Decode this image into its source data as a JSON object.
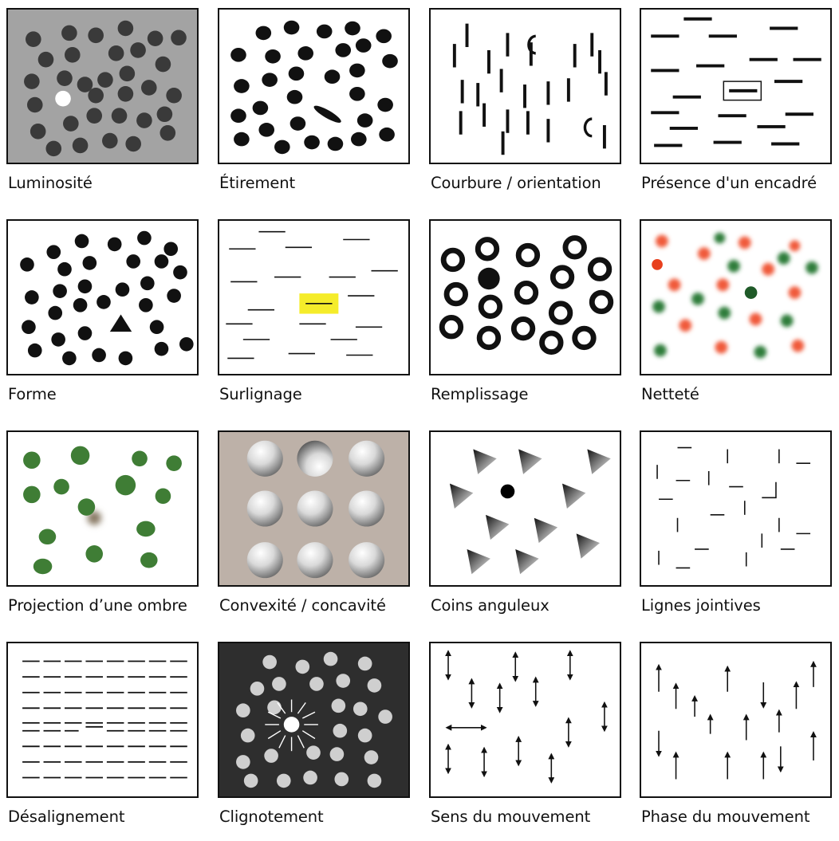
{
  "panels": [
    {
      "label": "Luminosité"
    },
    {
      "label": "Étirement"
    },
    {
      "label": "Courbure / orientation"
    },
    {
      "label": "Présence d'un encadré"
    },
    {
      "label": "Forme"
    },
    {
      "label": "Surlignage"
    },
    {
      "label": "Remplissage"
    },
    {
      "label": "Netteté"
    },
    {
      "label": "Projection d’une ombre"
    },
    {
      "label": "Convexité / concavité"
    },
    {
      "label": "Coins anguleux"
    },
    {
      "label": "Lignes jointives"
    },
    {
      "label": "Désalignement"
    },
    {
      "label": "Clignotement"
    },
    {
      "label": "Sens du mouvement"
    },
    {
      "label": "Phase du mouvement"
    }
  ],
  "colors": {
    "ink": "#111111",
    "gray_bg": "#a3a3a3",
    "dark_dot": "#3a3a3a",
    "highlight": "#f5ec2a",
    "red": "#f05a3a",
    "green": "#2f7d3a",
    "dark_green": "#1f5a28",
    "beige": "#bdb1a8",
    "dark_bg": "#2e2e2e",
    "light_dot": "#cfcfcf"
  }
}
